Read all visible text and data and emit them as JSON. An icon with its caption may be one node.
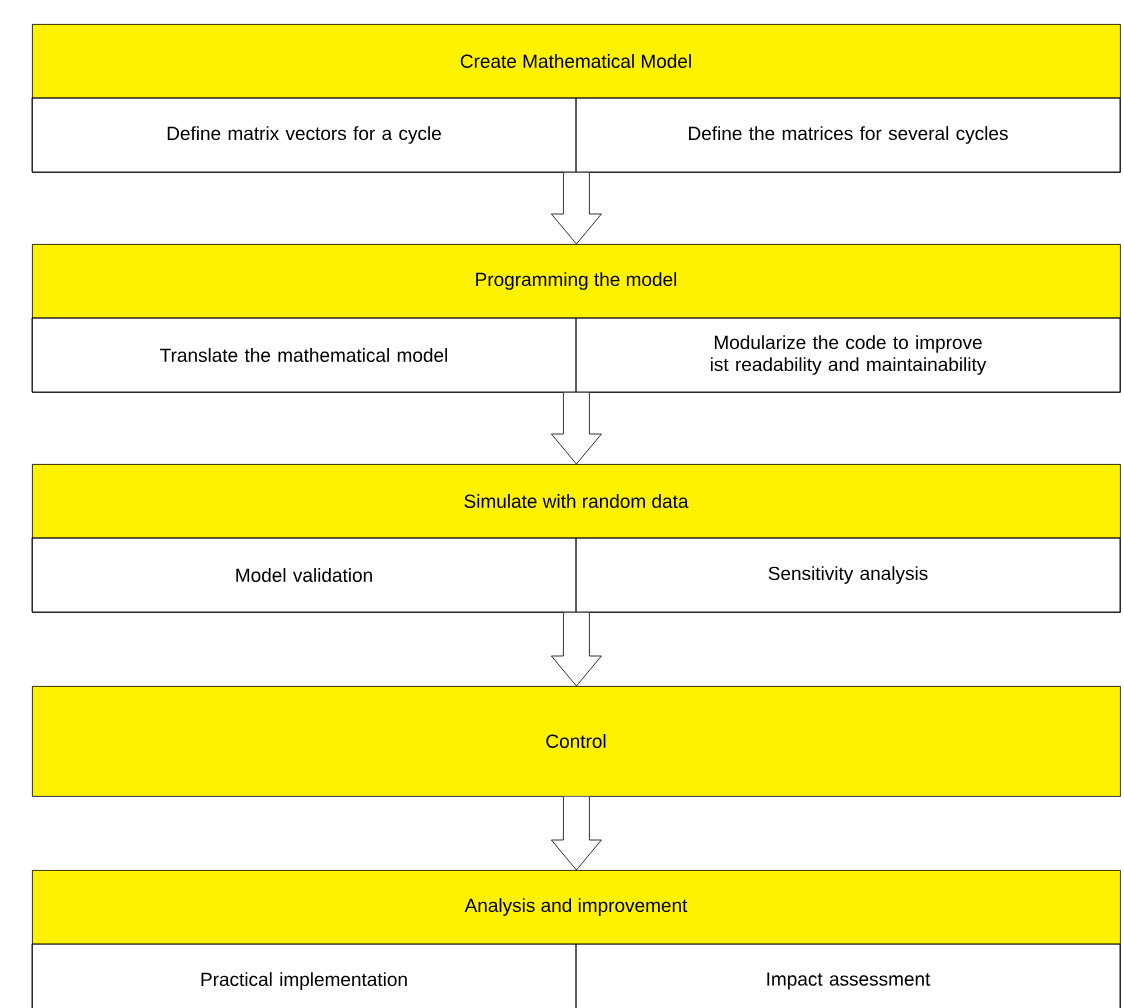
{
  "diagram": {
    "nodes": [
      {
        "text": [
          "Create Mathematical Model"
        ]
      },
      {
        "text": [
          "Define matrix vectors for a cycle"
        ],
        "in": 0
      },
      {
        "text": [
          "Define the matrices for several cycles"
        ],
        "in": 0
      },
      {
        "text": [
          "Programming the model"
        ]
      },
      {
        "text": [
          "Translate the mathematical model"
        ],
        "in": 3
      },
      {
        "text": [
          "Modularize the code to improve ist readability and maintainability"
        ],
        "in": 3
      },
      {
        "text": [
          "Simulate with random data"
        ]
      },
      {
        "text": [
          "Model validation"
        ],
        "in": 6
      },
      {
        "text": [
          "Sensitivity analysis"
        ],
        "in": 6
      },
      {
        "text": [
          "Control"
        ]
      },
      {
        "text": [
          "Analysis and improvement"
        ]
      },
      {
        "text": [
          "Practical implementation"
        ],
        "in": 10
      },
      {
        "text": [
          "Impact assessment"
        ],
        "in": 10
      }
    ],
    "edges": [
      {
        "from": 0,
        "to": 3,
        "arrow": "to"
      },
      {
        "from": 3,
        "to": 6,
        "arrow": "to"
      },
      {
        "from": 6,
        "to": 9,
        "arrow": "to"
      },
      {
        "from": 9,
        "to": 10,
        "arrow": "to"
      }
    ]
  }
}
